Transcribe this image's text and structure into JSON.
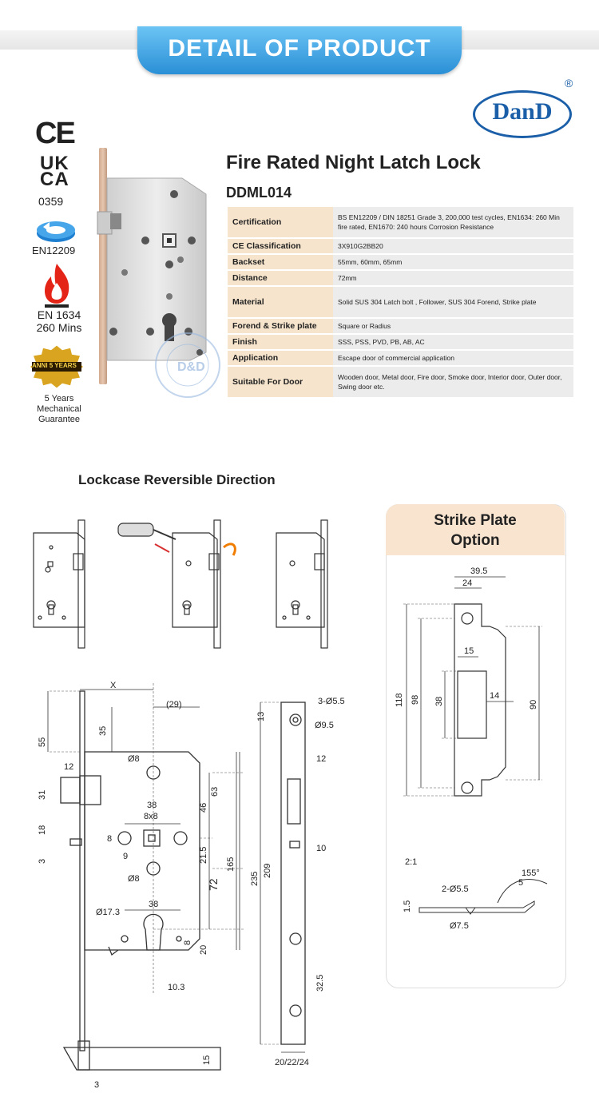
{
  "banner": {
    "title": "DETAIL OF PRODUCT"
  },
  "logo": {
    "text": "DanD",
    "reg": "®"
  },
  "certs": {
    "ce": "CE",
    "ukca_top": "UK",
    "ukca_bottom": "CA",
    "ukca_number": "0359",
    "en12209": "EN12209",
    "en1634_line1": "EN 1634",
    "en1634_line2": "260 Mins",
    "badge": "ANNI 5 YEARS",
    "guarantee_line1": "5 Years",
    "guarantee_line2": "Mechanical",
    "guarantee_line3": "Guarantee"
  },
  "product": {
    "title": "Fire Rated Night Latch Lock",
    "model": "DDML014"
  },
  "specs": [
    {
      "k": "Certification",
      "v": "BS EN12209 / DIN 18251 Grade 3, 200,000 test cycles, EN1634: 260 Min fire rated, EN1670: 240 hours Corrosion Resistance"
    },
    {
      "k": "CE Classification",
      "v": "3X910G2BB20"
    },
    {
      "k": "Backset",
      "v": "55mm, 60mm, 65mm"
    },
    {
      "k": "Distance",
      "v": "72mm"
    },
    {
      "k": "Material",
      "v": "Solid SUS 304 Latch bolt , Follower, SUS 304 Forend, Strike plate"
    },
    {
      "k": "Forend & Strike plate",
      "v": "Square or Radius"
    },
    {
      "k": "Finish",
      "v": "SSS, PSS, PVD, PB, AB, AC"
    },
    {
      "k": "Application",
      "v": "Escape door of commercial application"
    },
    {
      "k": "Suitable For Door",
      "v": "Wooden door, Metal door, Fire door, Smoke door, Interior door, Outer door, Swing door etc."
    }
  ],
  "reversible": {
    "title": "Lockcase Reversible Direction"
  },
  "strike": {
    "title_line1": "Strike Plate",
    "title_line2": "Option",
    "scale": "2:1"
  },
  "dims_main": {
    "x": "X",
    "d29": "(29)",
    "d35": "35",
    "d55": "55",
    "d12": "12",
    "d31": "31",
    "d18": "18",
    "d3": "3",
    "o8a": "Ø8",
    "d38a": "38",
    "sq": "8x8",
    "d8a": "8",
    "d9": "9",
    "o8b": "Ø8",
    "d46": "46",
    "d63": "63",
    "d21_5": "21.5",
    "d72": "72",
    "d165": "165",
    "d235": "235",
    "d209": "209",
    "o17_3": "Ø17.3",
    "d38b": "38",
    "d8b": "8",
    "d20": "20",
    "d10_3": "10.3",
    "d13": "13",
    "h3o5_5": "3-Ø5.5",
    "o9_5": "Ø9.5",
    "d12b": "12",
    "d10": "10",
    "d32_5": "32.5",
    "d20_22_24": "20/22/24",
    "d15": "15",
    "d3b": "3"
  },
  "dims_strike": {
    "d39_5": "39.5",
    "d24": "24",
    "d15": "15",
    "d14": "14",
    "d118": "118",
    "d98": "98",
    "d38": "38",
    "d90": "90",
    "d1_5": "1.5",
    "h2o5_5": "2-Ø5.5",
    "o7_5": "Ø7.5",
    "a155": "155°",
    "d5": "5"
  },
  "colors": {
    "banner": "#2a8fd6",
    "logo": "#1b5fa8",
    "key_cell": "#f6e4cc",
    "value_cell": "#ececec",
    "strike_head": "#f8e4cf"
  }
}
